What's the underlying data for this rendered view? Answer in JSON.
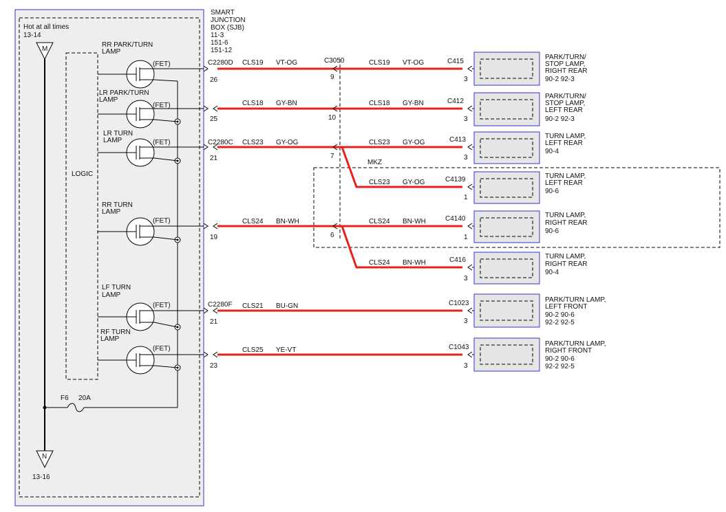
{
  "colors": {
    "wire": "#e8201c",
    "module_bg": "#eeeeee",
    "border": "#3333cc",
    "lamp_bg": "#e6e6e6"
  },
  "sjb": {
    "hot_label": "Hot at all times",
    "top_ref": "13-14",
    "top_conn": "M",
    "bottom_conn": "N",
    "bottom_ref": "13-16",
    "logic": "LOGIC",
    "fuse": "F6",
    "fuse_rating": "20A",
    "title": [
      "SMART",
      "JUNCTION",
      "BOX (SJB)",
      "11-3",
      "151-6",
      "151-12"
    ],
    "fet": "(FET)",
    "outputs": [
      {
        "label1": "RR PARK/TURN",
        "label2": "LAMP"
      },
      {
        "label1": "LR PARK/TURN",
        "label2": "LAMP"
      },
      {
        "label1": "LR TURN",
        "label2": "LAMP"
      },
      {
        "label1": "RR TURN",
        "label2": "LAMP"
      },
      {
        "label1": "LF TURN",
        "label2": "LAMP"
      },
      {
        "label1": "RF TURN",
        "label2": "LAMP"
      }
    ]
  },
  "connectors": {
    "c2280d": "C2280D",
    "c2280c": "C2280C",
    "c2280f": "C2280F",
    "c3050": "C3050",
    "pins": [
      "26",
      "25",
      "21",
      "19",
      "21",
      "23"
    ],
    "c3050_pins": [
      "9",
      "10",
      "7",
      "6"
    ]
  },
  "mkz": "MKZ",
  "circuits": [
    {
      "circuit": "CLS19",
      "color": "VT-OG"
    },
    {
      "circuit": "CLS18",
      "color": "GY-BN"
    },
    {
      "circuit": "CLS23",
      "color": "GY-OG"
    },
    {
      "circuit": "CLS24",
      "color": "BN-WH"
    },
    {
      "circuit": "CLS21",
      "color": "BU-GN"
    },
    {
      "circuit": "CLS25",
      "color": "YE-VT"
    }
  ],
  "right_circuits": [
    {
      "circuit": "CLS19",
      "color": "VT-OG"
    },
    {
      "circuit": "CLS18",
      "color": "GY-BN"
    },
    {
      "circuit": "CLS23",
      "color": "GY-OG"
    },
    {
      "circuit": "CLS23",
      "color": "GY-OG"
    },
    {
      "circuit": "CLS24",
      "color": "BN-WH"
    },
    {
      "circuit": "CLS24",
      "color": "BN-WH"
    }
  ],
  "lamps": [
    {
      "conn": "C415",
      "pin": "3",
      "l1": "PARK/TURN/",
      "l2": "STOP LAMP,",
      "l3": "RIGHT REAR",
      "ref1": "90-2   92-3",
      "ref2": ""
    },
    {
      "conn": "C412",
      "pin": "3",
      "l1": "PARK/TURN/",
      "l2": "STOP LAMP,",
      "l3": "LEFT REAR",
      "ref1": "90-2   92-3",
      "ref2": ""
    },
    {
      "conn": "C413",
      "pin": "3",
      "l1": "TURN LAMP,",
      "l2": "LEFT REAR",
      "l3": "",
      "ref1": "90-4",
      "ref2": ""
    },
    {
      "conn": "C4139",
      "pin": "1",
      "l1": "TURN LAMP,",
      "l2": "LEFT REAR",
      "l3": "",
      "ref1": "90-6",
      "ref2": ""
    },
    {
      "conn": "C4140",
      "pin": "1",
      "l1": "TURN LAMP,",
      "l2": "RIGHT REAR",
      "l3": "",
      "ref1": "90-6",
      "ref2": ""
    },
    {
      "conn": "C416",
      "pin": "3",
      "l1": "TURN LAMP,",
      "l2": "RIGHT REAR",
      "l3": "",
      "ref1": "90-4",
      "ref2": ""
    },
    {
      "conn": "C1023",
      "pin": "3",
      "l1": "PARK/TURN LAMP,",
      "l2": "LEFT FRONT",
      "l3": "",
      "ref1": "90-2      90-6",
      "ref2": "92-2      92-5"
    },
    {
      "conn": "C1043",
      "pin": "3",
      "l1": "PARK/TURN LAMP,",
      "l2": "RIGHT FRONT",
      "l3": "",
      "ref1": "90-2      90-6",
      "ref2": "92-2      92-5"
    }
  ]
}
